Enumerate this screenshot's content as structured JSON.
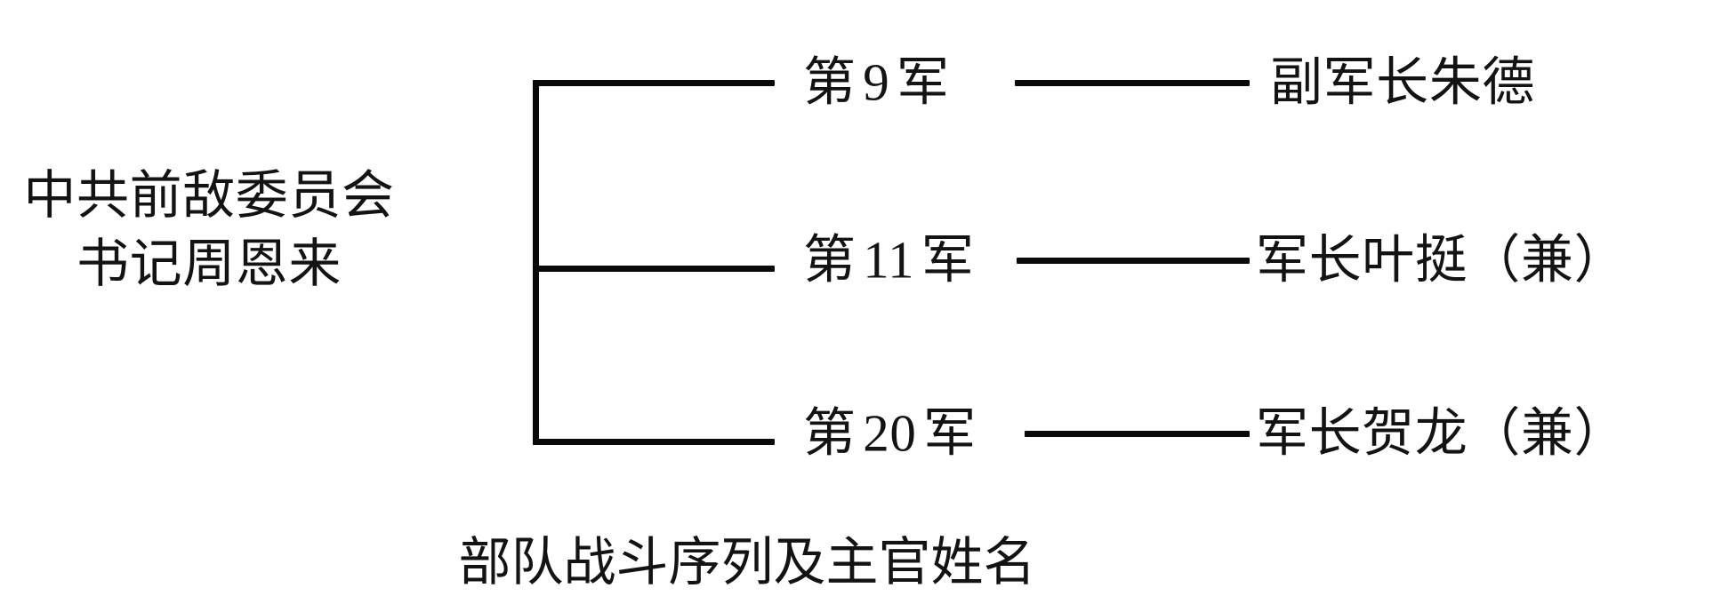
{
  "figure": {
    "caption": "部队战斗序列及主官姓名",
    "root": {
      "line1": "中共前敌委员会",
      "line2": "书记周恩来"
    },
    "branches": [
      {
        "unit_prefix": "第",
        "unit_number": "9",
        "unit_suffix": "军",
        "unit_full": "第 9 军",
        "officer": "副军长朱德"
      },
      {
        "unit_prefix": "第",
        "unit_number": "11",
        "unit_suffix": "军",
        "unit_full": "第 11 军",
        "officer": "军长叶挺（兼）"
      },
      {
        "unit_prefix": "第",
        "unit_number": "20",
        "unit_suffix": "军",
        "unit_full": "第 20 军",
        "officer": "军长贺龙（兼）"
      }
    ]
  },
  "style": {
    "background": "#ffffff",
    "ink": "#0a0a0a",
    "text": "#131313"
  }
}
